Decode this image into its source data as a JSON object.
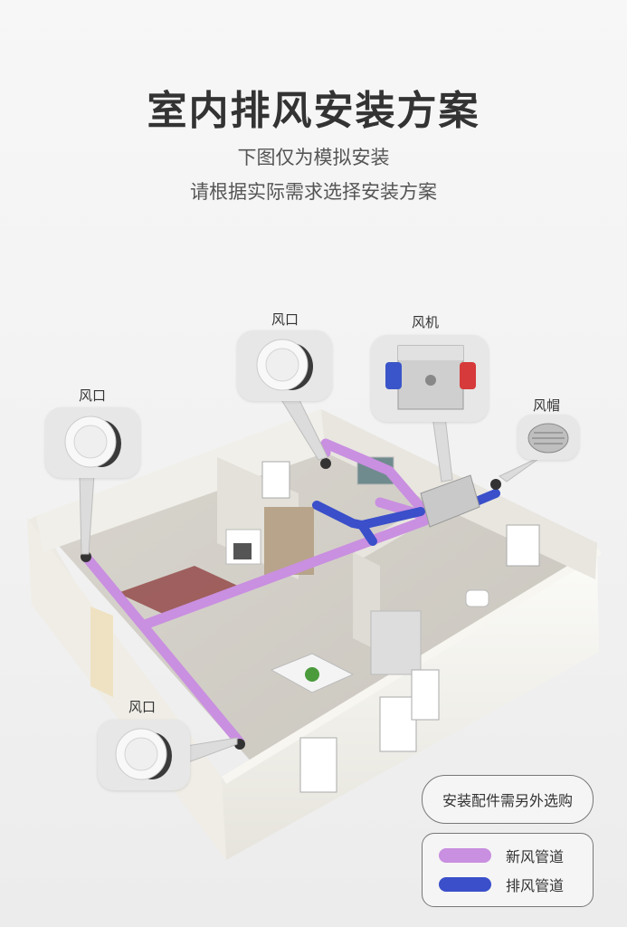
{
  "header": {
    "title": "室内排风安装方案",
    "subtitle_line1": "下图仅为模拟安装",
    "subtitle_line2": "请根据实际需求选择安装方案"
  },
  "callouts": {
    "vent_top": "风口",
    "fan": "风机",
    "vent_left": "风口",
    "hood": "风帽",
    "vent_bottom": "风口"
  },
  "note": "安装配件需另外选购",
  "legend": {
    "items": [
      {
        "label": "新风管道",
        "color": "#c98fe0"
      },
      {
        "label": "排风管道",
        "color": "#3a4fc9"
      }
    ]
  }
}
